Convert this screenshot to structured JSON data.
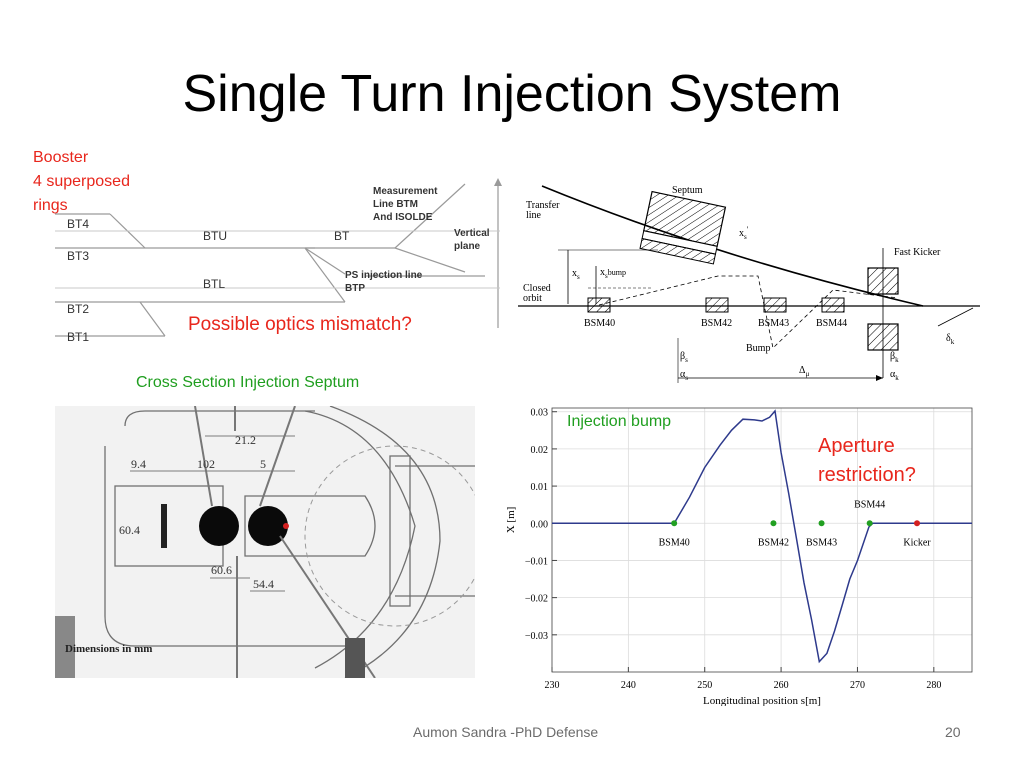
{
  "slide": {
    "title": "Single Turn Injection System",
    "footer_author": "Aumon Sandra -PhD Defense",
    "page_number": "20"
  },
  "booster_diagram": {
    "caption_lines": [
      "Booster",
      "4 superposed",
      "rings"
    ],
    "rings": [
      "BT4",
      "BT3",
      "BT2",
      "BT1"
    ],
    "lines": [
      "BTU",
      "BT",
      "BTL"
    ],
    "destinations": [
      [
        "Measurement",
        "Line BTM",
        "And ISOLDE"
      ],
      [
        "PS injection line",
        "BTP"
      ]
    ],
    "vertical_plane_lines": [
      "Vertical",
      "plane"
    ],
    "mismatch_note": "Possible optics mismatch?"
  },
  "septum_section": {
    "caption": "Cross Section Injection Septum",
    "dimensions": [
      "21.2",
      "9.4",
      "102",
      "5",
      "60.4",
      "60.6",
      "54.4"
    ],
    "units_note": "Dimensions in mm"
  },
  "injection_schematic": {
    "labels": {
      "septum": "Septum",
      "transfer_line": [
        "Transfer",
        "line"
      ],
      "closed_orbit": [
        "Closed",
        "orbit"
      ],
      "fast_kicker": "Fast Kicker",
      "bump": "Bump",
      "xs": "x",
      "xs_sub": "s",
      "xs_prime_sub": "s",
      "xs_prime_sup": "'",
      "xs_bump_sub": "s",
      "xs_bump_sup": "bump",
      "beta": "β",
      "alpha": "α",
      "delta_mu": "Δ",
      "delta_mu_sub": "μ",
      "delta_k": "δ",
      "k_sub": "k"
    },
    "magnets": [
      "BSM40",
      "BSM42",
      "BSM43",
      "BSM44"
    ]
  },
  "chart_data": {
    "type": "line",
    "title": "",
    "annotation_title": "Injection bump",
    "annotation_note_lines": [
      "Aperture",
      "restriction?"
    ],
    "xlabel": "Longitudinal position s[m]",
    "ylabel": "X [m]",
    "xlim": [
      230,
      285
    ],
    "ylim": [
      -0.04,
      0.031
    ],
    "xticks": [
      230,
      240,
      250,
      260,
      270,
      280
    ],
    "yticks": [
      0.03,
      0.02,
      0.01,
      0.0,
      -0.01,
      -0.02,
      -0.03
    ],
    "ytick_labels": [
      "0.03",
      "0.02",
      "0.01",
      "0.00",
      "−0.01",
      "−0.02",
      "−0.03"
    ],
    "series": [
      {
        "color": "#2e3a8c",
        "x": [
          230,
          246.0,
          248.0,
          250.0,
          252.0,
          253.5,
          255.0,
          256.5,
          257.5,
          258.5,
          259.2,
          260.0,
          261.0,
          262.0,
          263.0,
          264.0,
          265.0,
          266.0,
          267.0,
          268.0,
          269.0,
          270.0,
          271.5,
          272.0,
          285
        ],
        "y": [
          0.0,
          0.0,
          0.007,
          0.015,
          0.021,
          0.025,
          0.028,
          0.0278,
          0.0275,
          0.0285,
          0.0302,
          0.019,
          0.008,
          -0.004,
          -0.016,
          -0.026,
          -0.0372,
          -0.035,
          -0.029,
          -0.022,
          -0.015,
          -0.01,
          -0.001,
          0.0,
          0.0
        ]
      }
    ],
    "markers": [
      {
        "name": "BSM40",
        "x": 246.0,
        "y": 0.0,
        "color": "#22a022"
      },
      {
        "name": "BSM42",
        "x": 259.0,
        "y": 0.0,
        "color": "#22a022"
      },
      {
        "name": "BSM43",
        "x": 265.3,
        "y": 0.0,
        "color": "#22a022"
      },
      {
        "name": "BSM44",
        "x": 271.6,
        "y": 0.0,
        "color": "#22a022"
      },
      {
        "name": "Kicker",
        "x": 277.8,
        "y": 0.0,
        "color": "#d42020"
      }
    ],
    "grid": true
  },
  "colors": {
    "accent_red": "#e8261c",
    "accent_green": "#1f9e1f",
    "curve_blue": "#2e3a8c"
  }
}
